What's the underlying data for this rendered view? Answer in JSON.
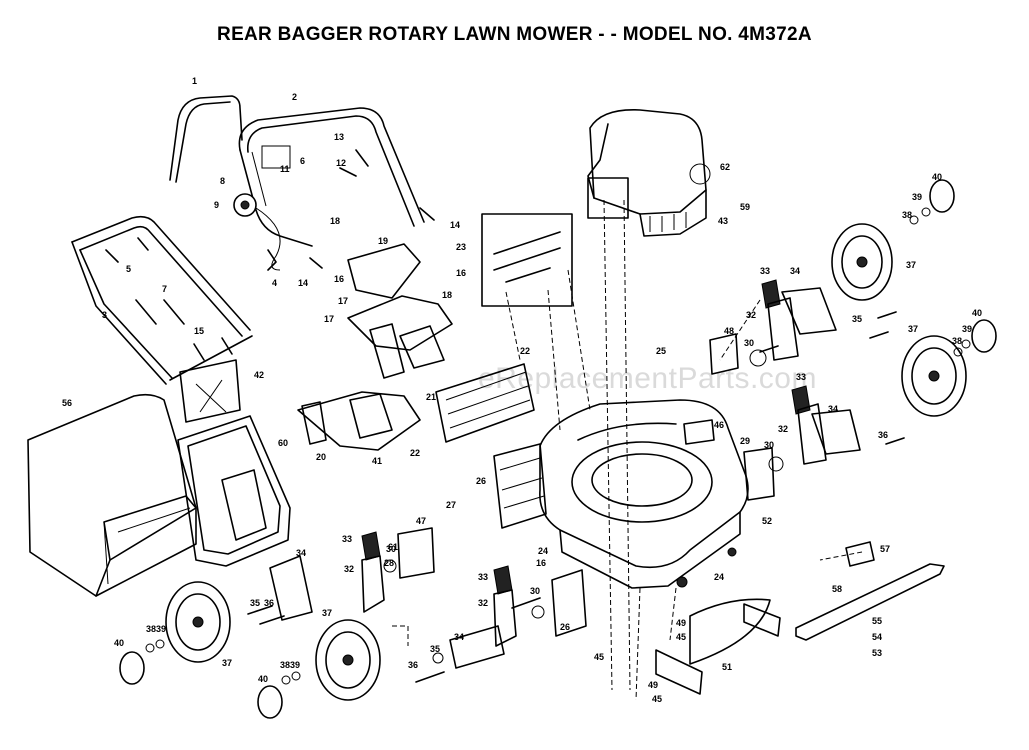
{
  "title": "REAR BAGGER ROTARY LAWN MOWER - - MODEL NO. 4M372A",
  "watermark": "eReplacementParts.com",
  "part_labels": [
    {
      "id": "1",
      "text": "1"
    },
    {
      "id": "2",
      "text": "2"
    },
    {
      "id": "3",
      "text": "3"
    },
    {
      "id": "4",
      "text": "4"
    },
    {
      "id": "5",
      "text": "5"
    },
    {
      "id": "6",
      "text": "6"
    },
    {
      "id": "7",
      "text": "7"
    },
    {
      "id": "8",
      "text": "8"
    },
    {
      "id": "9",
      "text": "9"
    },
    {
      "id": "11",
      "text": "11"
    },
    {
      "id": "12",
      "text": "12"
    },
    {
      "id": "13",
      "text": "13"
    },
    {
      "id": "14a",
      "text": "14"
    },
    {
      "id": "14b",
      "text": "14"
    },
    {
      "id": "15",
      "text": "15"
    },
    {
      "id": "16a",
      "text": "16"
    },
    {
      "id": "16b",
      "text": "16"
    },
    {
      "id": "16c",
      "text": "16"
    },
    {
      "id": "17a",
      "text": "17"
    },
    {
      "id": "17b",
      "text": "17"
    },
    {
      "id": "18a",
      "text": "18"
    },
    {
      "id": "18b",
      "text": "18"
    },
    {
      "id": "19",
      "text": "19"
    },
    {
      "id": "20",
      "text": "20"
    },
    {
      "id": "21",
      "text": "21"
    },
    {
      "id": "22a",
      "text": "22"
    },
    {
      "id": "22b",
      "text": "22"
    },
    {
      "id": "23",
      "text": "23"
    },
    {
      "id": "24a",
      "text": "24"
    },
    {
      "id": "24b",
      "text": "24"
    },
    {
      "id": "25",
      "text": "25"
    },
    {
      "id": "26a",
      "text": "26"
    },
    {
      "id": "26b",
      "text": "26"
    },
    {
      "id": "27",
      "text": "27"
    },
    {
      "id": "28",
      "text": "28"
    },
    {
      "id": "29",
      "text": "29"
    },
    {
      "id": "30a",
      "text": "30"
    },
    {
      "id": "30b",
      "text": "30"
    },
    {
      "id": "30c",
      "text": "30"
    },
    {
      "id": "30d",
      "text": "30"
    },
    {
      "id": "32a",
      "text": "32"
    },
    {
      "id": "32b",
      "text": "32"
    },
    {
      "id": "32c",
      "text": "32"
    },
    {
      "id": "32d",
      "text": "32"
    },
    {
      "id": "33a",
      "text": "33"
    },
    {
      "id": "33b",
      "text": "33"
    },
    {
      "id": "33c",
      "text": "33"
    },
    {
      "id": "33d",
      "text": "33"
    },
    {
      "id": "34a",
      "text": "34"
    },
    {
      "id": "34b",
      "text": "34"
    },
    {
      "id": "34c",
      "text": "34"
    },
    {
      "id": "34d",
      "text": "34"
    },
    {
      "id": "35a",
      "text": "35"
    },
    {
      "id": "35b",
      "text": "35"
    },
    {
      "id": "35c",
      "text": "35"
    },
    {
      "id": "36a",
      "text": "36"
    },
    {
      "id": "36b",
      "text": "36"
    },
    {
      "id": "36c",
      "text": "36"
    },
    {
      "id": "37a",
      "text": "37"
    },
    {
      "id": "37b",
      "text": "37"
    },
    {
      "id": "37c",
      "text": "37"
    },
    {
      "id": "37d",
      "text": "37"
    },
    {
      "id": "38a",
      "text": "38"
    },
    {
      "id": "38b",
      "text": "38"
    },
    {
      "id": "38c",
      "text": "38"
    },
    {
      "id": "38d",
      "text": "38"
    },
    {
      "id": "39a",
      "text": "39"
    },
    {
      "id": "39b",
      "text": "39"
    },
    {
      "id": "39c",
      "text": "39"
    },
    {
      "id": "39d",
      "text": "39"
    },
    {
      "id": "40a",
      "text": "40"
    },
    {
      "id": "40b",
      "text": "40"
    },
    {
      "id": "40c",
      "text": "40"
    },
    {
      "id": "40d",
      "text": "40"
    },
    {
      "id": "41",
      "text": "41"
    },
    {
      "id": "42",
      "text": "42"
    },
    {
      "id": "43",
      "text": "43"
    },
    {
      "id": "45a",
      "text": "45"
    },
    {
      "id": "45b",
      "text": "45"
    },
    {
      "id": "45c",
      "text": "45"
    },
    {
      "id": "46",
      "text": "46"
    },
    {
      "id": "47",
      "text": "47"
    },
    {
      "id": "48",
      "text": "48"
    },
    {
      "id": "49a",
      "text": "49"
    },
    {
      "id": "49b",
      "text": "49"
    },
    {
      "id": "51",
      "text": "51"
    },
    {
      "id": "52",
      "text": "52"
    },
    {
      "id": "53",
      "text": "53"
    },
    {
      "id": "54",
      "text": "54"
    },
    {
      "id": "55",
      "text": "55"
    },
    {
      "id": "56",
      "text": "56"
    },
    {
      "id": "57",
      "text": "57"
    },
    {
      "id": "58",
      "text": "58"
    },
    {
      "id": "59",
      "text": "59"
    },
    {
      "id": "60",
      "text": "60"
    },
    {
      "id": "61",
      "text": "61"
    },
    {
      "id": "62",
      "text": "62"
    }
  ]
}
